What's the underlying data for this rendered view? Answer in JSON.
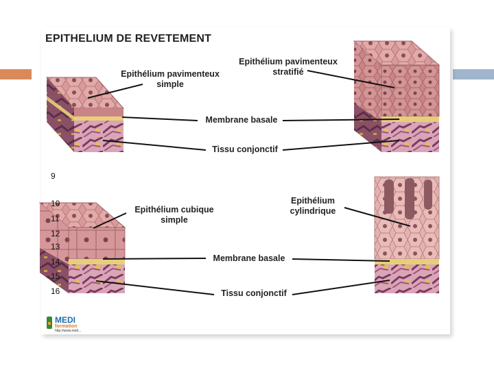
{
  "title": "EPITHELIUM DE REVETEMENT",
  "labels": {
    "pav_simple_1": "Epithélium pavimenteux",
    "pav_simple_2": "simple",
    "pav_strat_1": "Epithélium pavimenteux",
    "pav_strat_2": "stratifié",
    "membrane_top": "Membrane basale",
    "tissu_top": "Tissu conjonctif",
    "cubique_1": "Epithélium cubique",
    "cubique_2": "simple",
    "cyl_1": "Epithélium",
    "cyl_2": "cylindrique",
    "membrane_bottom": "Membrane basale",
    "tissu_bottom": "Tissu conjonctif"
  },
  "slide_numbers": [
    "9",
    "10",
    "11",
    "12",
    "13",
    "14",
    "15",
    "16"
  ],
  "logo": {
    "name": "MEDI",
    "sub": "formation",
    "url": "http://www.med..."
  },
  "colors": {
    "accent_left": "#d98a5a",
    "accent_right": "#9fb6cc",
    "cell_pink": "#d9999a",
    "membrane": "#e7cf7a",
    "connective": "#b86a8e"
  }
}
